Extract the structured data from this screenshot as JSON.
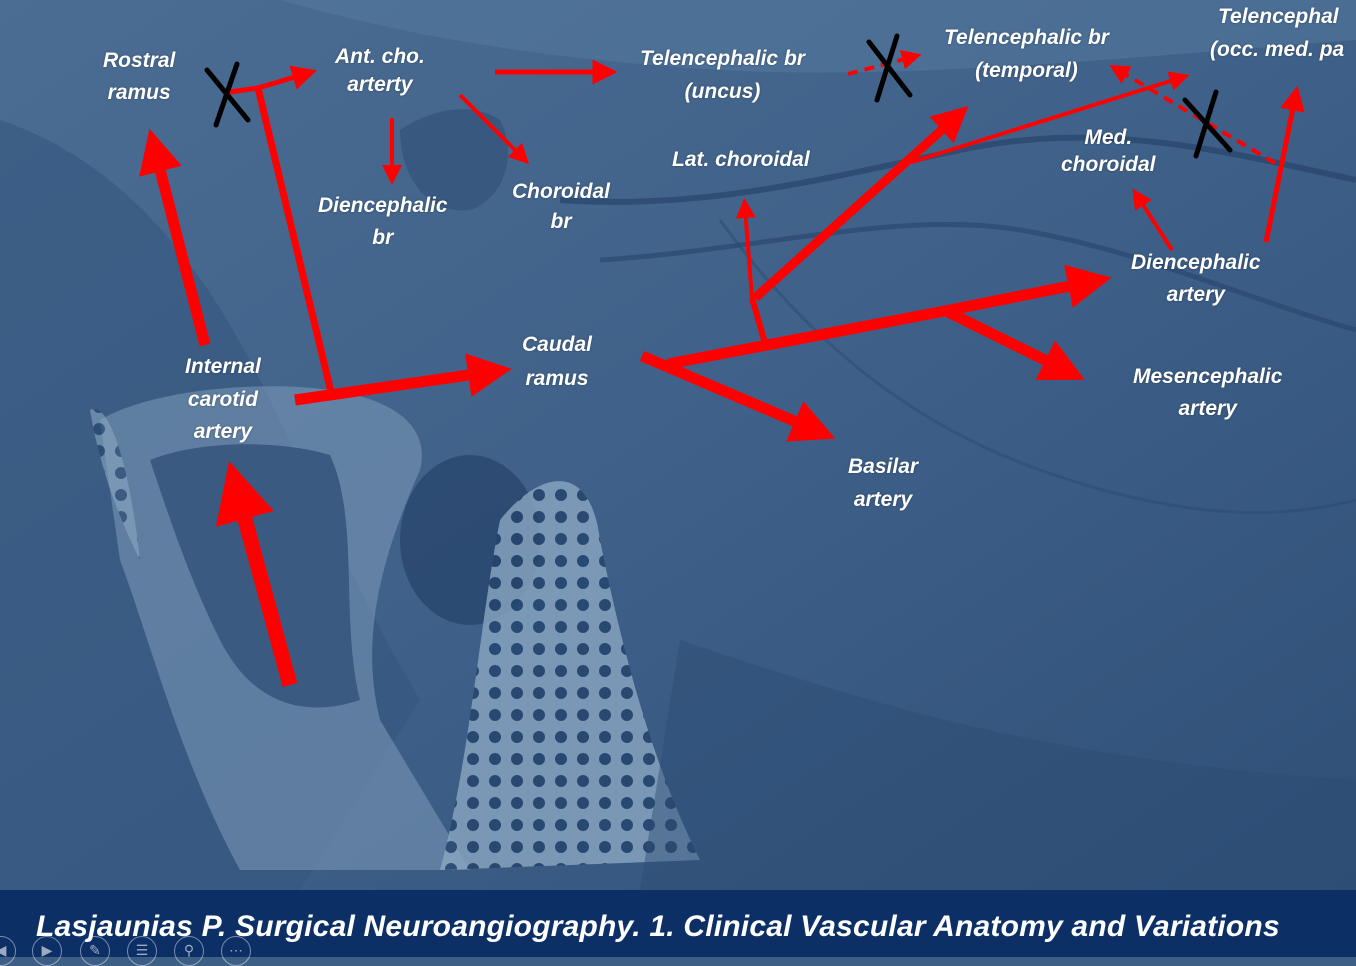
{
  "labels": {
    "rostral_ramus": [
      "Rostral",
      "ramus"
    ],
    "ant_cho": [
      "Ant. cho.",
      "arterty"
    ],
    "tel_uncus": [
      "Telencephalic br",
      "(uncus)"
    ],
    "tel_temporal": [
      "Telencephalic br",
      "(temporal)"
    ],
    "tel_occ": [
      "Telencephal",
      "(occ. med. pa"
    ],
    "diencephalic_br": [
      "Diencephalic",
      "br"
    ],
    "choroidal_br": [
      "Choroidal",
      "br"
    ],
    "lat_choroidal": [
      "Lat. choroidal"
    ],
    "med_choroidal": [
      "Med.",
      "choroidal"
    ],
    "diencephalic_artery": [
      "Diencephalic",
      "artery"
    ],
    "internal_carotid": [
      "Internal",
      "carotid",
      "artery"
    ],
    "caudal_ramus": [
      "Caudal",
      "ramus"
    ],
    "mesencephalic_artery": [
      "Mesencephalic",
      "artery"
    ],
    "basilar_artery": [
      "Basilar",
      "artery"
    ]
  },
  "footer": {
    "citation": "Lasjaunias P. Surgical Neuroangiography. 1. Clinical Vascular Anatomy and Variations"
  },
  "controls": [
    "back-icon",
    "play-icon",
    "pen-icon",
    "menu-icon",
    "zoom-icon",
    "more-icon"
  ],
  "colors": {
    "arrow": "#ff0000",
    "cross": "#000000",
    "text": "#ffffff",
    "footer_bg": "#0c2f66",
    "background": "#3d5f86"
  }
}
